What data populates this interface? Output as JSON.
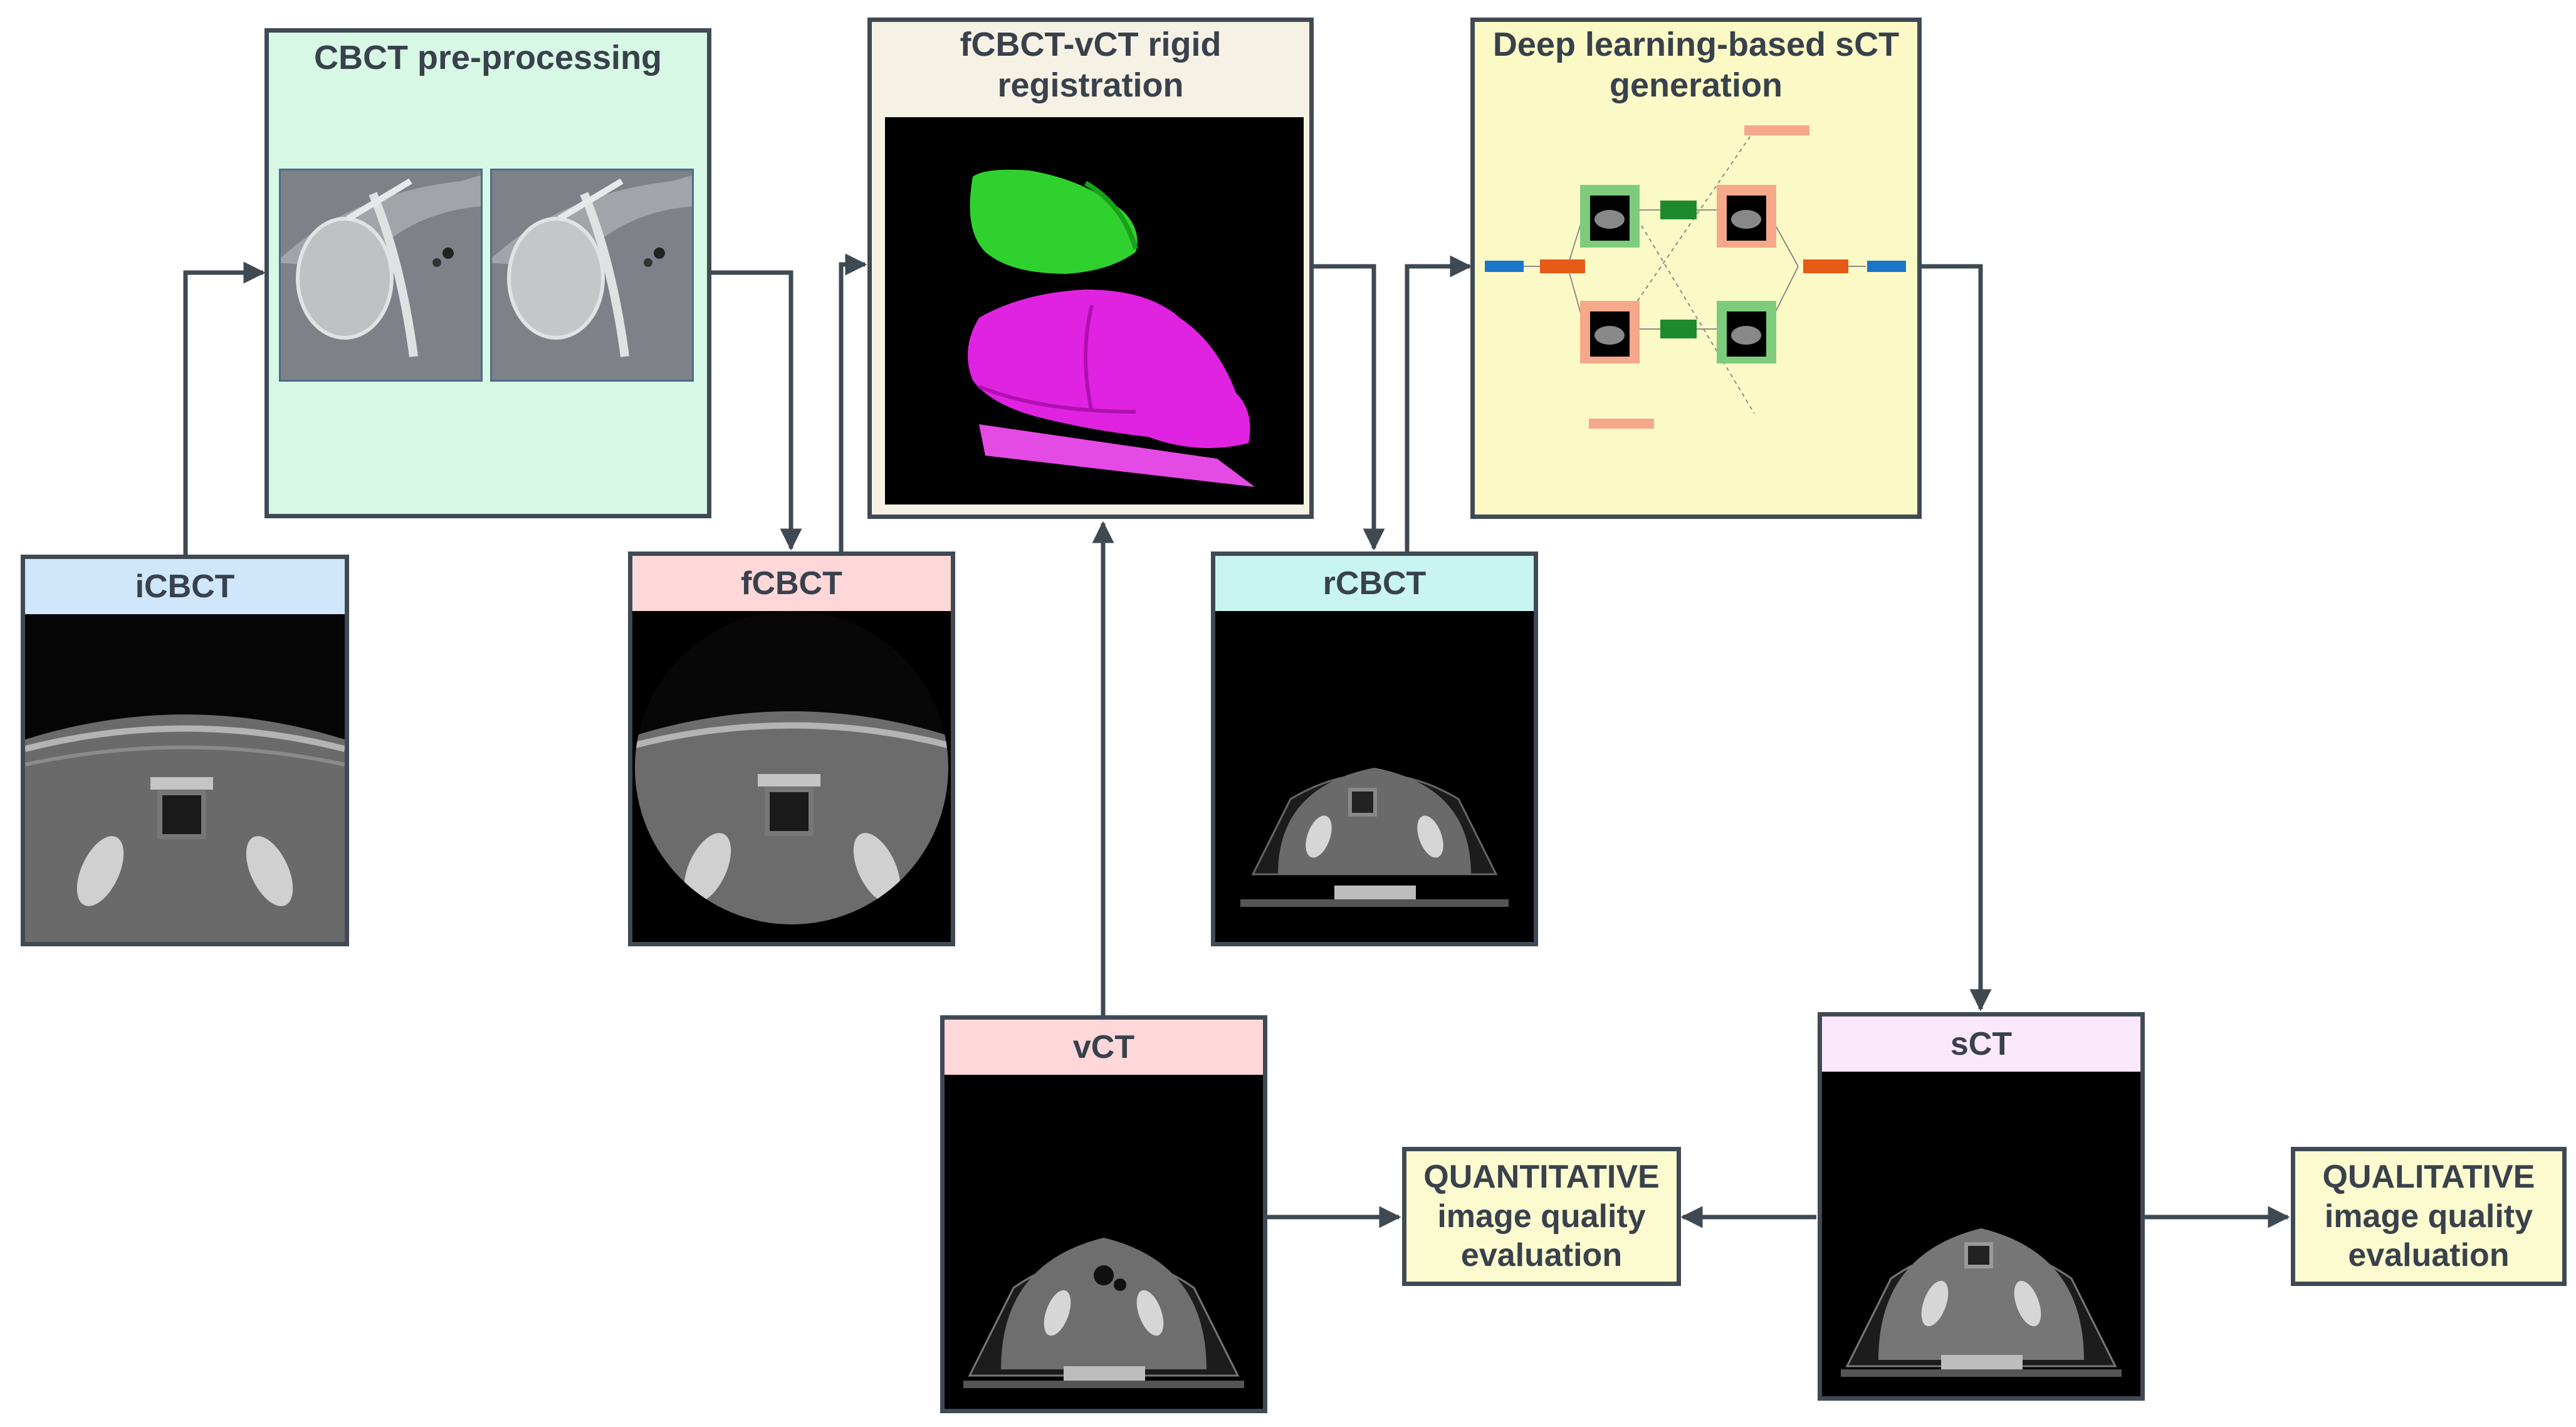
{
  "steps": {
    "preprocessing": {
      "title": "CBCT pre-processing",
      "fill": "#d7f8e4"
    },
    "registration": {
      "title": "fCBCT-vCT rigid registration",
      "fill": "#f5f1e4"
    },
    "dl_sct": {
      "title": "Deep learning-based sCT generation",
      "fill": "#fbfac6"
    }
  },
  "images": {
    "icbct": {
      "label": "iCBCT",
      "color": "#cfe6fb"
    },
    "fcbct": {
      "label": "fCBCT",
      "color": "#fed8d9"
    },
    "rcbct": {
      "label": "rCBCT",
      "color": "#c9f5f0"
    },
    "vct": {
      "label": "vCT",
      "color": "#fed8d9"
    },
    "sct": {
      "label": "sCT",
      "color": "#fbe9fb"
    }
  },
  "evaluations": {
    "quantitative": "QUANTITATIVE image quality evaluation",
    "qualitative": "QUALITATIVE image quality evaluation",
    "fill": "#fcfbcf"
  },
  "colors": {
    "line": "#3f4952",
    "registration_volume_top": "#2ecc2e",
    "registration_volume_bottom": "#e01ee0"
  }
}
